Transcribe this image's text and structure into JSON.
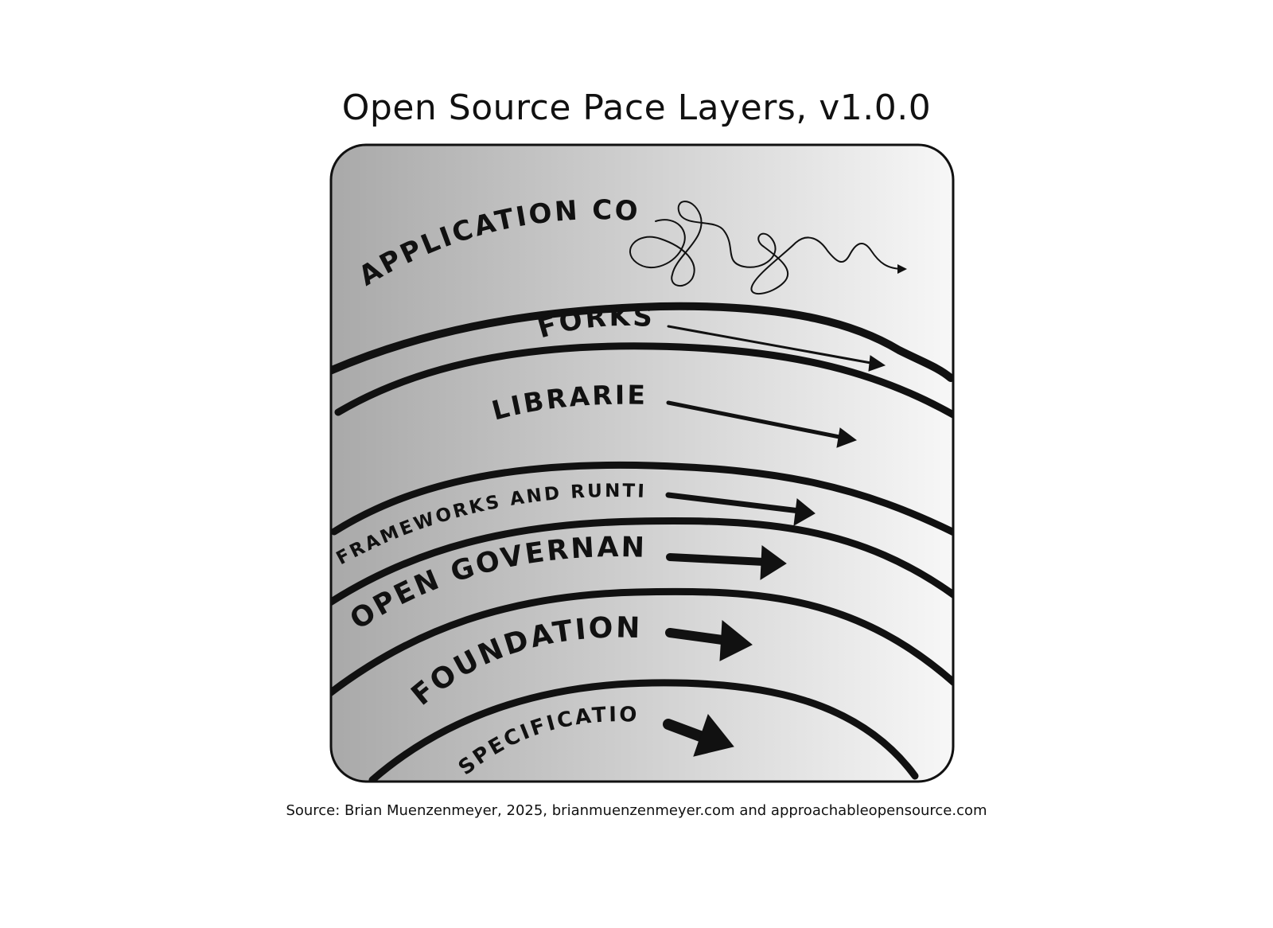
{
  "title": "Open Source Pace Layers, v1.0.0",
  "layers": [
    {
      "label": "APPLICATION CODE"
    },
    {
      "label": "FORKS"
    },
    {
      "label": "LIBRARIES"
    },
    {
      "label": "FRAMEWORKS AND RUNTIMES"
    },
    {
      "label": "OPEN GOVERNANCE"
    },
    {
      "label": "FOUNDATIONS"
    },
    {
      "label": "SPECIFICATIONS"
    }
  ],
  "source": "Source: Brian Muenzenmeyer, 2025, brianmuenzenmeyer.com and approachableopensource.com",
  "colors": {
    "ink": "#111111",
    "gradient_left": "#a9a9a9",
    "gradient_right": "#f7f7f7"
  }
}
